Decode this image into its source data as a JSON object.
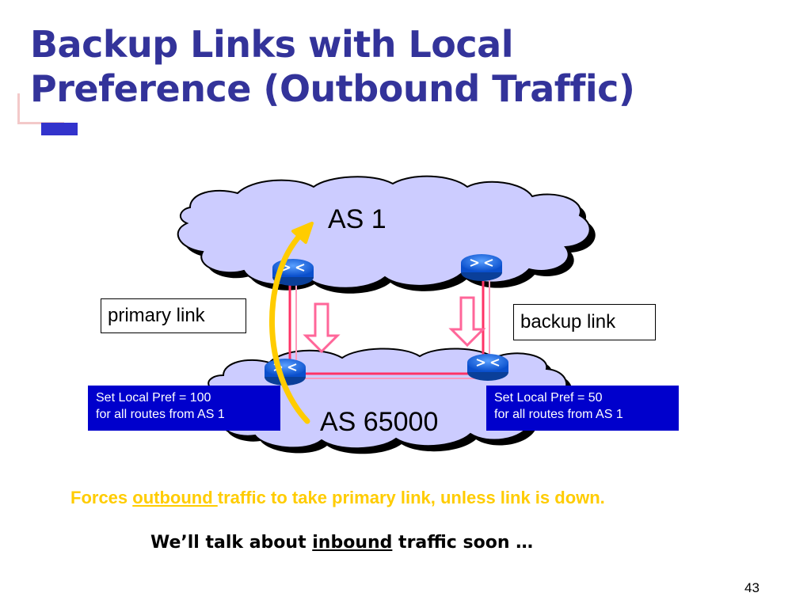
{
  "slide": {
    "title_line1": "Backup Links with Local",
    "title_line2": "Preference (Outbound Traffic)",
    "page_number": "43"
  },
  "diagram": {
    "as1_label": "AS 1",
    "as65000_label": "AS 65000",
    "primary_link_label": "primary link",
    "backup_link_label": "backup link",
    "left_pref_line1": "Set Local Pref = 100",
    "left_pref_line2": "for all routes from AS 1",
    "right_pref_line1": "Set Local Pref = 50",
    "right_pref_line2": "for all routes from AS 1"
  },
  "notes": {
    "forces_prefix": "Forces ",
    "forces_underlined": "outbound ",
    "forces_suffix": "traffic to take primary link, unless link is down.",
    "talk_prefix": "We’ll talk about ",
    "talk_underlined": "inbound",
    "talk_suffix": " traffic soon …"
  },
  "colors": {
    "title": "#33339a",
    "cloud_fill": "#ccccff",
    "link": "#ff3366",
    "arrow_fill": "#ff99bb",
    "traffic_arrow": "#ffcc00",
    "pref_box": "#0000cc",
    "router": "#1166ee"
  },
  "icons": [
    "router-icon",
    "down-arrow-icon",
    "traffic-arrow-icon",
    "cloud-shape"
  ]
}
